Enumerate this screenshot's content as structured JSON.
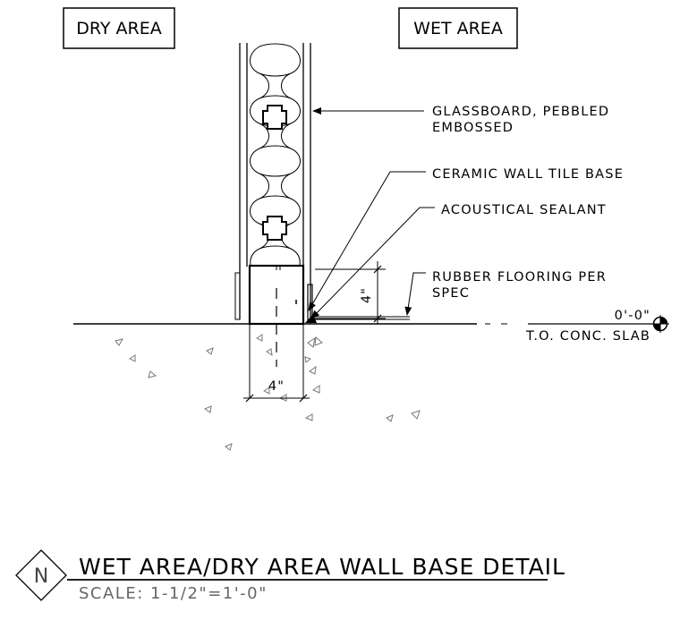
{
  "areas": {
    "dry": "DRY AREA",
    "wet": "WET AREA"
  },
  "callouts": {
    "glassboard_line1": "GLASSBOARD, PEBBLED",
    "glassboard_line2": "EMBOSSED",
    "ceramic": "CERAMIC WALL TILE BASE",
    "sealant": "ACOUSTICAL SEALANT",
    "rubber_line1": "RUBBER FLOORING PER",
    "rubber_line2": "SPEC"
  },
  "dimensions": {
    "base_height": "4\"",
    "base_width": "4\""
  },
  "elevation": {
    "value": "0'-0\"",
    "label": "T.O. CONC. SLAB"
  },
  "title_block": {
    "marker": "N",
    "title": "WET AREA/DRY AREA WALL BASE DETAIL",
    "scale": "SCALE: 1-1/2\"=1'-0\""
  }
}
